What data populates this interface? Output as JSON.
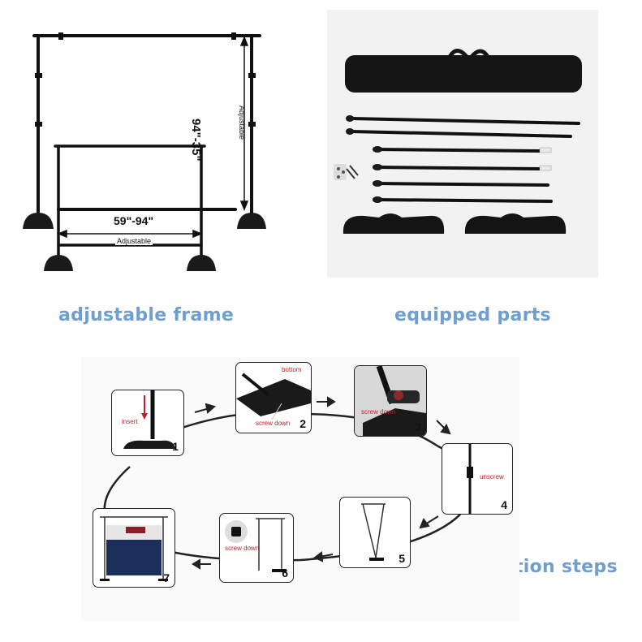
{
  "frame_diagram": {
    "height_range": "94\"-35\"",
    "height_note": "Adjustable",
    "width_range": "59\"-94\"",
    "width_note": "Adjustable"
  },
  "captions": {
    "frame": "adjustable frame",
    "parts": "equipped parts",
    "steps": "installation steps"
  },
  "steps": [
    {
      "number": "1",
      "label": "insert"
    },
    {
      "number": "2",
      "label": "screw down",
      "sublabel": "bottom"
    },
    {
      "number": "3",
      "label": "screw down"
    },
    {
      "number": "4",
      "label": "unscrew"
    },
    {
      "number": "5",
      "label": ""
    },
    {
      "number": "6",
      "label": "screw down"
    },
    {
      "number": "7",
      "label": ""
    }
  ],
  "colors": {
    "caption_blue": "#6f9fd1",
    "label_red": "#c0202a",
    "frame_black": "#111111"
  }
}
